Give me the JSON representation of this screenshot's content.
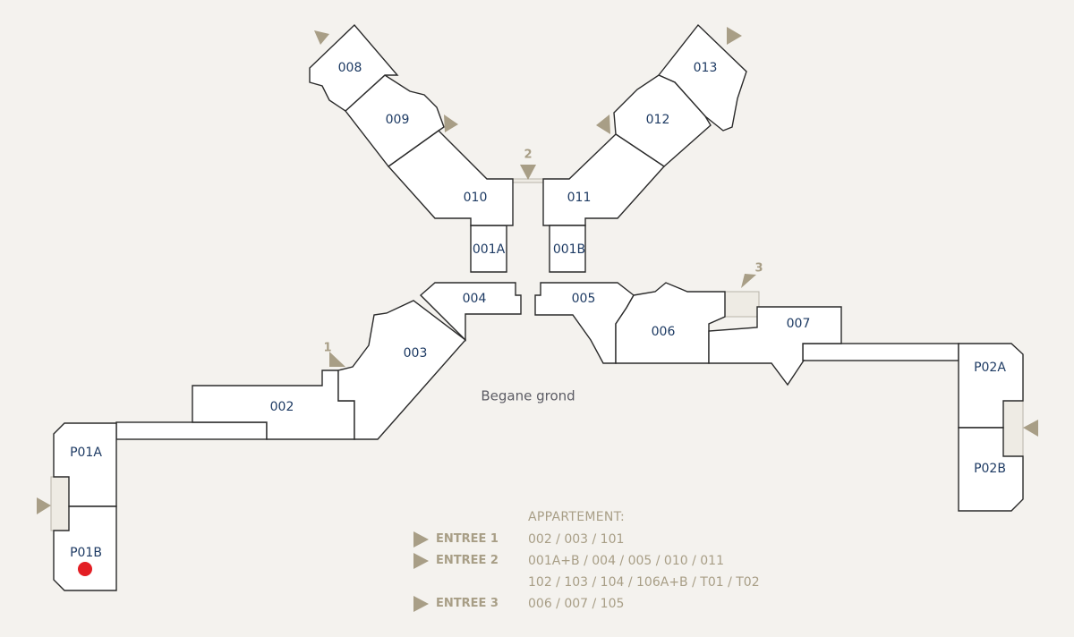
{
  "floor_caption": "Begane grond",
  "units": [
    {
      "id": "008",
      "label": "008"
    },
    {
      "id": "009",
      "label": "009"
    },
    {
      "id": "010",
      "label": "010"
    },
    {
      "id": "001A",
      "label": "001A"
    },
    {
      "id": "004",
      "label": "004"
    },
    {
      "id": "003",
      "label": "003"
    },
    {
      "id": "002",
      "label": "002"
    },
    {
      "id": "P01A",
      "label": "P01A"
    },
    {
      "id": "P01B",
      "label": "P01B"
    },
    {
      "id": "013",
      "label": "013"
    },
    {
      "id": "012",
      "label": "012"
    },
    {
      "id": "011",
      "label": "011"
    },
    {
      "id": "001B",
      "label": "001B"
    },
    {
      "id": "005",
      "label": "005"
    },
    {
      "id": "006",
      "label": "006"
    },
    {
      "id": "007",
      "label": "007"
    },
    {
      "id": "P02A",
      "label": "P02A"
    },
    {
      "id": "P02B",
      "label": "P02B"
    }
  ],
  "entrance_numbers": [
    "1",
    "2",
    "3"
  ],
  "legend": {
    "header": "APPARTEMENT:",
    "rows": [
      {
        "label": "ENTREE 1",
        "values": [
          "002 / 003 / 101"
        ]
      },
      {
        "label": "ENTREE 2",
        "values": [
          "001A+B / 004 / 005 / 010 / 011",
          "102 / 103 / 104 / 106A+B / T01 / T02"
        ]
      },
      {
        "label": "ENTREE 3",
        "values": [
          "006 / 007 / 105"
        ]
      }
    ]
  },
  "colors": {
    "background": "#f4f2ee",
    "room_fill": "#ffffff",
    "wall": "#2a2a2a",
    "unit_label": "#1d3a63",
    "accent": "#a89e86",
    "marker": "#e31e24"
  },
  "icons": [
    "entrance-arrow-icon",
    "location-marker-icon"
  ]
}
